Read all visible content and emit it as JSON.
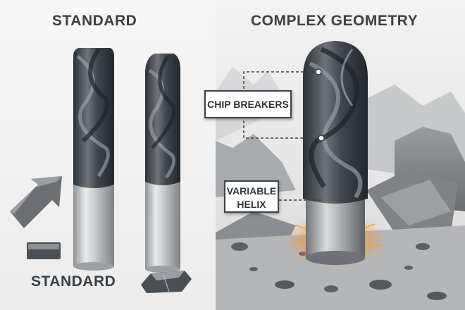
{
  "headings": {
    "left": "STANDARD",
    "right": "COMPLEX GEOMETRY",
    "bottom": "STANDARD"
  },
  "callouts": {
    "chip_breakers": "CHIP BREAKERS",
    "variable_helix_line1": "VARIABLE",
    "variable_helix_line2": "HELIX"
  },
  "colors": {
    "heading_text": "#3a4148",
    "tool_dark": "#3b4147",
    "shank_light": "#c9ccce",
    "spark_glow": "#f29a3a"
  },
  "icons": [
    "arrow-icon",
    "square-insert-icon",
    "broken-insert-icon"
  ]
}
